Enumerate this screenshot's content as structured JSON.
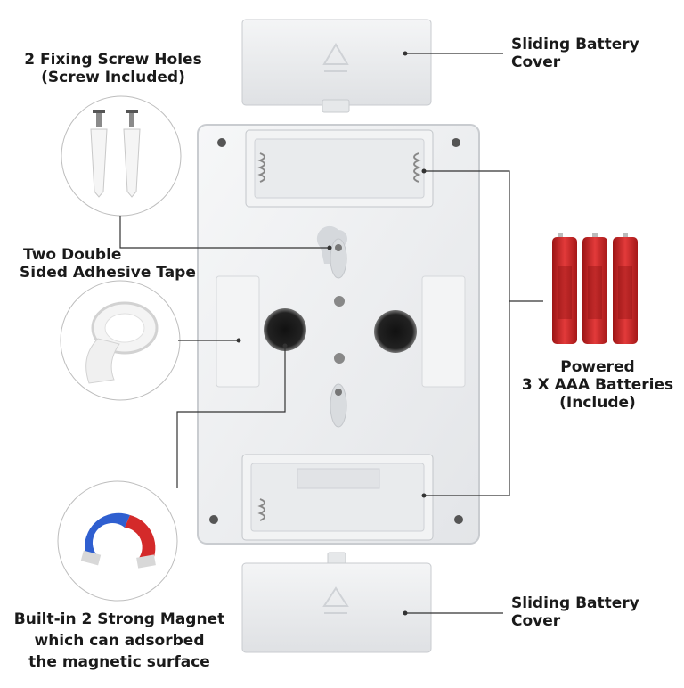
{
  "labels": {
    "screw_line1": "2 Fixing Screw Holes",
    "screw_line2": "(Screw Included)",
    "tape_line1": "Two Double",
    "tape_line2": "Sided Adhesive Tape",
    "magnet_line1": "Built-in 2 Strong Magnet",
    "magnet_line2": "which can adsorbed",
    "magnet_line3": "the magnetic surface",
    "cover_top_line1": "Sliding Battery",
    "cover_top_line2": "Cover",
    "cover_bottom_line1": "Sliding Battery",
    "cover_bottom_line2": "Cover",
    "battery_line1": "Powered",
    "battery_line2": "3 X AAA Batteries",
    "battery_line3": "(Include)"
  },
  "icons": {
    "screws": "screw-anchor-icon",
    "tape": "adhesive-tape-roll-icon",
    "magnet": "horseshoe-magnet-icon",
    "battery": "aaa-battery-icon"
  },
  "colors": {
    "device_body": "#eef0f2",
    "device_edge": "#c9ccd0",
    "callout_line": "#333333",
    "battery_red": "#cc1f1f",
    "magnet_red": "#d42a2a",
    "magnet_blue": "#2f5fd0"
  }
}
